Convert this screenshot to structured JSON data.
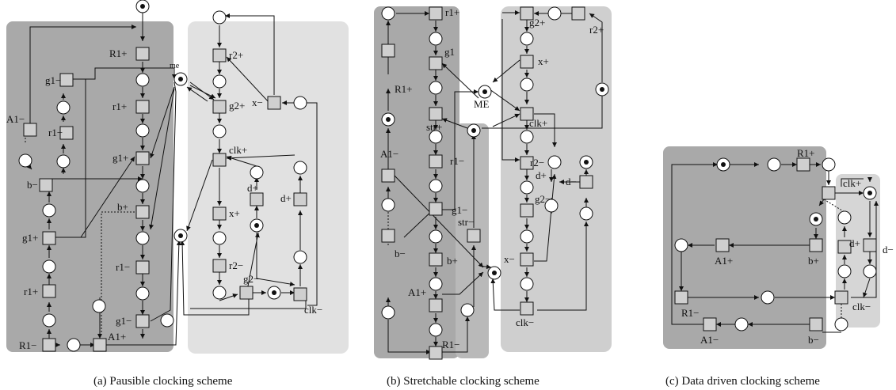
{
  "captions": {
    "a": "(a) Pausible clocking scheme",
    "b": "(b) Stretchable clocking scheme",
    "c": "(c) Data driven clocking scheme"
  },
  "labels_a": {
    "R1p": "R1+",
    "me": "me",
    "g1m": "g1−",
    "r1p": "r1+",
    "A1m": "A1−",
    "r1m": "r1−",
    "g1p": "g1+",
    "b_": "b−",
    "bp": "b+",
    "g1p2": "g1+",
    "r1p2": "r1+",
    "r1m2": "r1−",
    "g1m2": "g1−",
    "R1m": "R1−",
    "A1p": "A1+",
    "r2p": "r2+",
    "xm": "x−",
    "g2p": "g2+",
    "clkp": "clk+",
    "dp": "d+",
    "xp": "x+",
    "dp2": "d+",
    "r2m": "r2−",
    "g2m": "g2−",
    "clkm": "clk−"
  },
  "labels_b": {
    "r1p": "r1+",
    "g1": "g1",
    "R1p": "R1+",
    "ME": "ME",
    "strp": "str+",
    "A1m": "A1−",
    "r1m": "r1−",
    "b_": "b−",
    "g1m": "g1−",
    "strm": "str−",
    "bp": "b+",
    "A1p": "A1+",
    "R1m": "R1−",
    "g2p": "g2+",
    "r2p": "r2+",
    "xp": "x+",
    "clkp": "clk+",
    "r2m": "r2−",
    "dp": "d+",
    "dm": "d−",
    "g2m": "g2−",
    "xm": "x−",
    "clkm": "clk−"
  },
  "labels_c": {
    "R1p": "R1+",
    "clkp": "clk+",
    "A1p": "A1+",
    "bp": "b+",
    "dp": "d+",
    "dm": "d−",
    "R1m": "R1−",
    "clkm": "clk−",
    "A1m": "A1−",
    "bm": "b−"
  }
}
